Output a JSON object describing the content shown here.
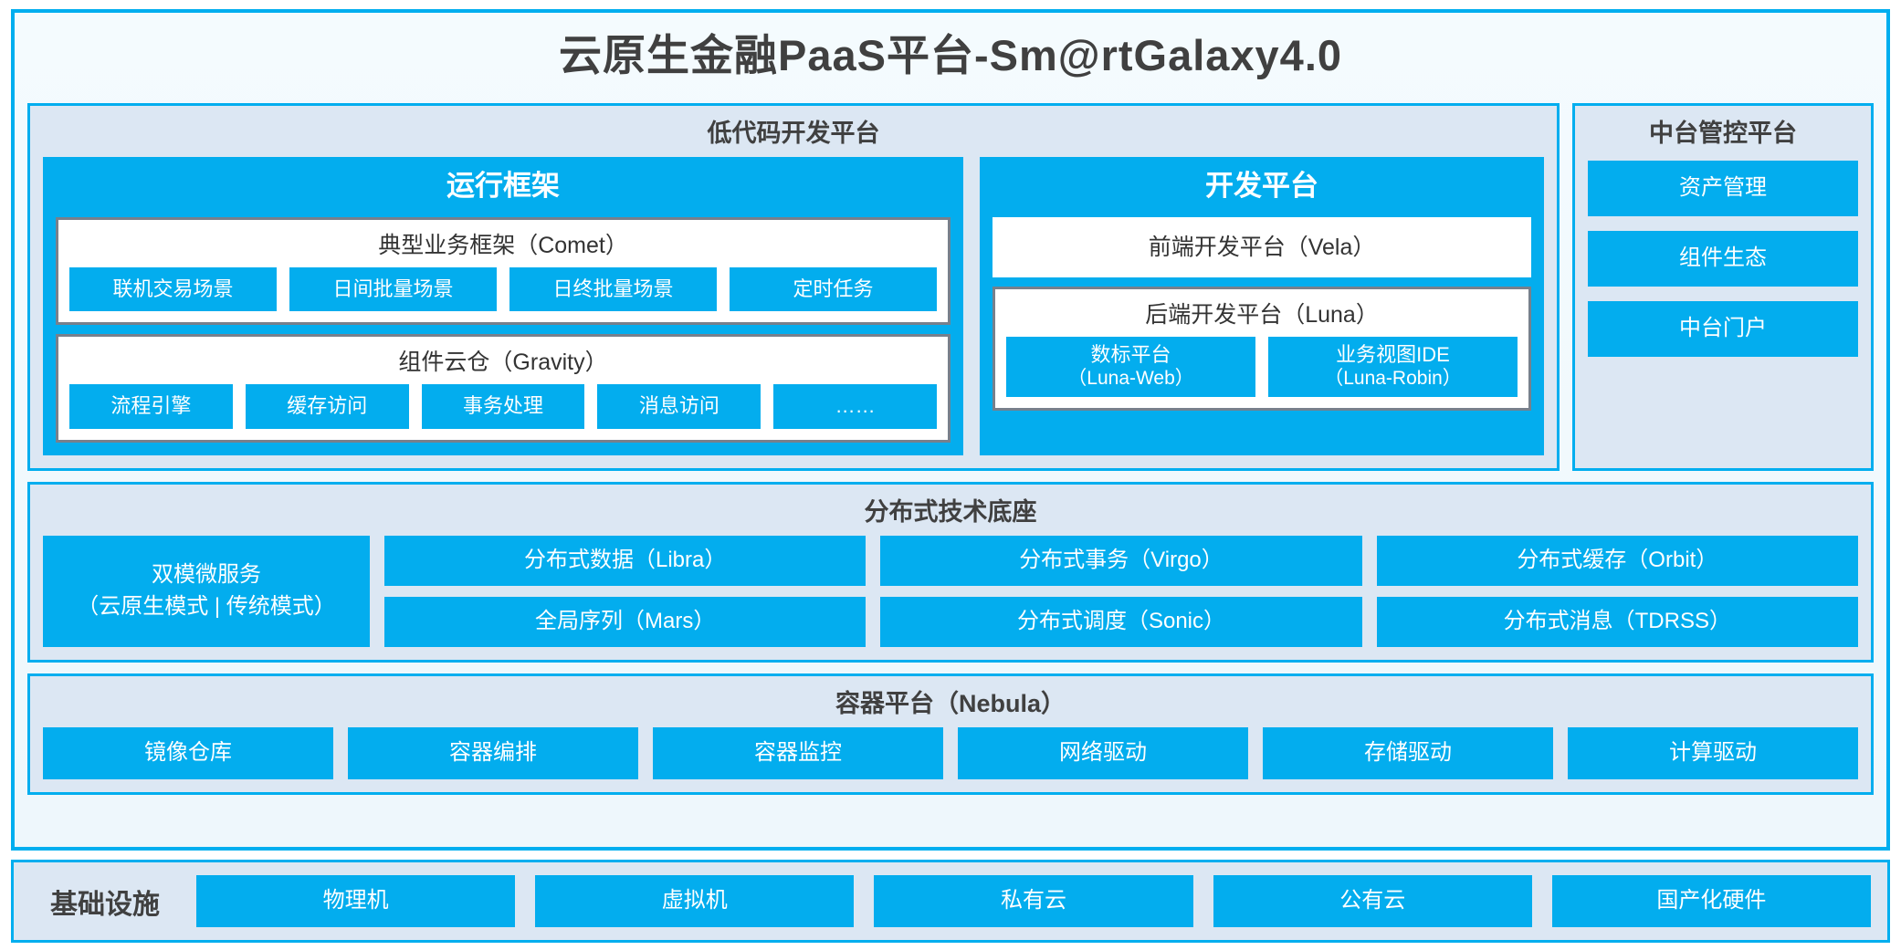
{
  "title": "云原生金融PaaS平台-Sm@rtGalaxy4.0",
  "colors": {
    "accent_blue": "#03ADEE",
    "border_blue": "#00AEEF",
    "panel_bg": "#DCE7F3",
    "frame_bg": "#F2FAFD",
    "inner_border_gray": "#77808C",
    "text_dark": "#404040",
    "text_white": "#FFFFFF"
  },
  "lowcode": {
    "title": "低代码开发平台",
    "runtime": {
      "title": "运行框架",
      "comet": {
        "title": "典型业务框架（Comet）",
        "items": [
          "联机交易场景",
          "日间批量场景",
          "日终批量场景",
          "定时任务"
        ]
      },
      "gravity": {
        "title": "组件云仓（Gravity）",
        "items": [
          "流程引擎",
          "缓存访问",
          "事务处理",
          "消息访问",
          "……"
        ]
      }
    },
    "devplatform": {
      "title": "开发平台",
      "frontend": "前端开发平台（Vela）",
      "backend": {
        "title": "后端开发平台（Luna）",
        "items": [
          {
            "line1": "数标平台",
            "line2": "（Luna-Web）"
          },
          {
            "line1": "业务视图IDE",
            "line2": "（Luna-Robin）"
          }
        ]
      }
    }
  },
  "midplatform": {
    "title": "中台管控平台",
    "items": [
      "资产管理",
      "组件生态",
      "中台门户"
    ]
  },
  "distributed": {
    "title": "分布式技术底座",
    "microservice": {
      "line1": "双模微服务",
      "line2": "（云原生模式 | 传统模式）"
    },
    "columns": [
      [
        "分布式数据（Libra）",
        "全局序列（Mars）"
      ],
      [
        "分布式事务（Virgo）",
        "分布式调度（Sonic）"
      ],
      [
        "分布式缓存（Orbit）",
        "分布式消息（TDRSS）"
      ]
    ]
  },
  "container": {
    "title": "容器平台（Nebula）",
    "items": [
      "镜像仓库",
      "容器编排",
      "容器监控",
      "网络驱动",
      "存储驱动",
      "计算驱动"
    ]
  },
  "infrastructure": {
    "label": "基础设施",
    "items": [
      "物理机",
      "虚拟机",
      "私有云",
      "公有云",
      "国产化硬件"
    ]
  }
}
